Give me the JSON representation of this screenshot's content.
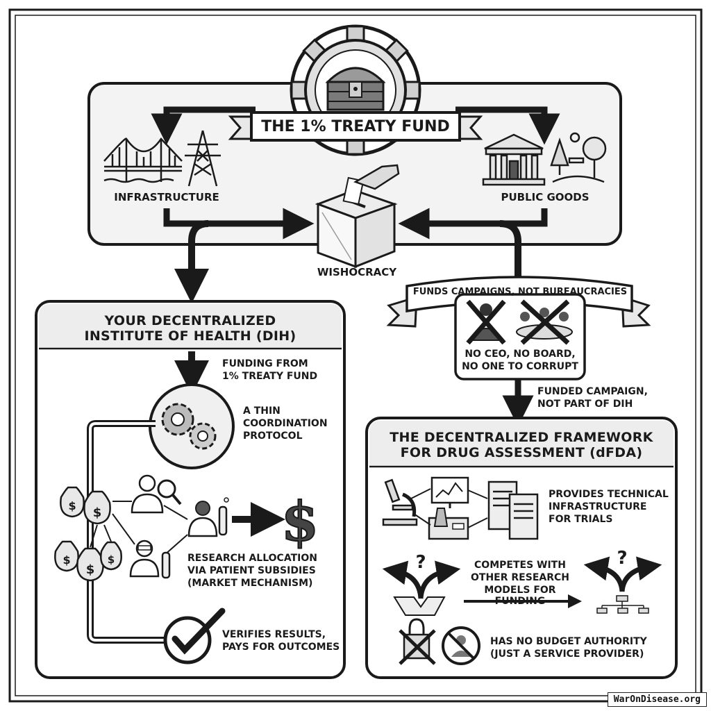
{
  "fund": {
    "title": "THE 1% TREATY FUND"
  },
  "top": {
    "infrastructure": "INFRASTRUCTURE",
    "public_goods": "PUBLIC GOODS",
    "wishocracy": "WISHOCRACY"
  },
  "campaign_banner": "FUNDS CAMPAIGNS, NOT BUREAUCRACIES",
  "no_ceo": [
    "NO CEO, NO BOARD,",
    "NO ONE TO CORRUPT"
  ],
  "funded_campaign": [
    "FUNDED CAMPAIGN,",
    "NOT PART OF DIH"
  ],
  "dih": {
    "title": [
      "YOUR DECENTRALIZED",
      "INSTITUTE OF HEALTH (DIH)"
    ],
    "funding": [
      "FUNDING FROM",
      "1% TREATY FUND"
    ],
    "protocol": [
      "A THIN",
      "COORDINATION",
      "PROTOCOL"
    ],
    "allocation": [
      "RESEARCH ALLOCATION",
      "VIA PATIENT SUBSIDIES",
      "(MARKET MECHANISM)"
    ],
    "verifies": [
      "VERIFIES RESULTS,",
      "PAYS FOR OUTCOMES"
    ]
  },
  "dfda": {
    "title": [
      "THE DECENTRALIZED FRAMEWORK",
      "FOR DRUG ASSESSMENT (dFDA)"
    ],
    "provides": [
      "PROVIDES TECHNICAL",
      "INFRASTRUCTURE",
      "FOR TRIALS"
    ],
    "competes": [
      "COMPETES WITH",
      "OTHER RESEARCH",
      "MODELS FOR FUNDING"
    ],
    "no_budget": [
      "HAS NO BUDGET AUTHORITY",
      "(JUST A SERVICE PROVIDER)"
    ]
  },
  "watermark": "WarOnDisease.org"
}
